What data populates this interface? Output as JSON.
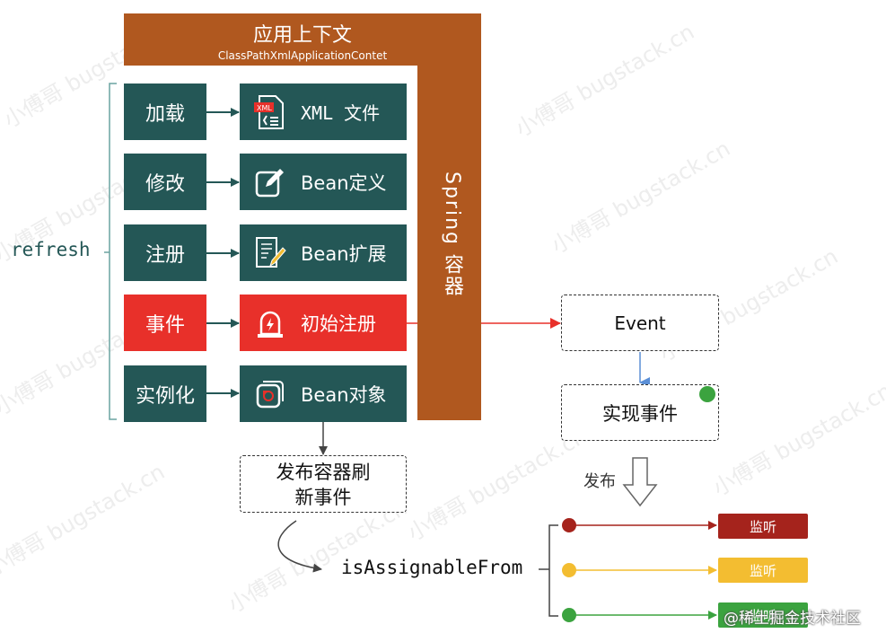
{
  "watermark": "小傅哥 bugstack.cn",
  "context": {
    "title": "应用上下文",
    "subtitle": "ClassPathXmlApplicationContet"
  },
  "container_label": "Spring 容器",
  "refresh_label": "refresh",
  "steps": [
    {
      "action": "加载",
      "target": "XML 文件",
      "icon": "xml-file-icon",
      "action_color": "#245756"
    },
    {
      "action": "修改",
      "target": "Bean定义",
      "icon": "edit-icon",
      "action_color": "#245756"
    },
    {
      "action": "注册",
      "target": "Bean扩展",
      "icon": "document-pencil-icon",
      "action_color": "#245756"
    },
    {
      "action": "事件",
      "target": "初始注册",
      "icon": "alarm-icon",
      "action_color": "#e8302a"
    },
    {
      "action": "实例化",
      "target": "Bean对象",
      "icon": "object-icon",
      "action_color": "#245756"
    }
  ],
  "publish_refresh": {
    "line1": "发布容器刷",
    "line2": "新事件"
  },
  "is_assignable": "isAssignableFrom",
  "event": "Event",
  "implement_event": "实现事件",
  "publish_label": "发布",
  "listeners": [
    {
      "label": "监听",
      "color": "#a5231c"
    },
    {
      "label": "监听",
      "color": "#f3bd31"
    },
    {
      "label": "监听",
      "color": "#3ba33f"
    }
  ],
  "footer_mark": "@稀土掘金技术社区",
  "colors": {
    "teal": "#245756",
    "brown": "#b0581f",
    "red": "#e8302a"
  }
}
